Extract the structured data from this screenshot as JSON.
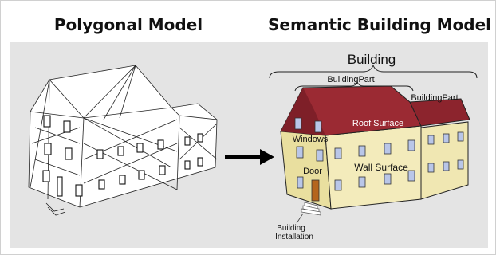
{
  "titles": {
    "left": "Polygonal Model",
    "right": "Semantic Building Model"
  },
  "labels": {
    "building": "Building",
    "building_part_left": "BuildingPart",
    "building_part_right": "BuildingPart",
    "roof_surface": "Roof Surface",
    "windows": "Windows",
    "wall_surface": "Wall Surface",
    "door": "Door",
    "installation_line1": "Building",
    "installation_line2": "Installation"
  },
  "colors": {
    "panel_bg": "#e4e4e4",
    "roof": "#9b2a33",
    "wall": "#f3ebbb",
    "arrow": "#000000"
  }
}
